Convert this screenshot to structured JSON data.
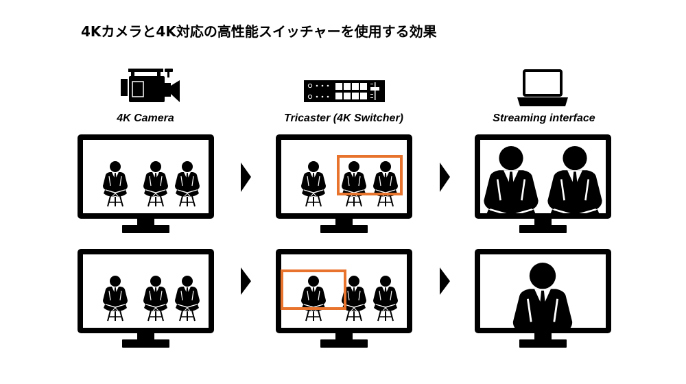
{
  "title": "4Kカメラと4K対応の高性能スイッチャーを使用する効果",
  "stages": [
    {
      "label": "4K Camera",
      "icon": "video-camera-icon"
    },
    {
      "label": "Tricaster (4K Switcher)",
      "icon": "video-switcher-icon"
    },
    {
      "label": "Streaming interface",
      "icon": "laptop-icon"
    }
  ],
  "rows": [
    {
      "camera_people": 3,
      "switcher_people": 3,
      "switcher_highlighted": [
        2,
        3
      ],
      "stream_people": 2
    },
    {
      "camera_people": 3,
      "switcher_people": 3,
      "switcher_highlighted": [
        1
      ],
      "stream_people": 1
    }
  ],
  "colors": {
    "ink": "#000000",
    "highlight": "#E8732C",
    "screen": "#FFFFFF"
  }
}
